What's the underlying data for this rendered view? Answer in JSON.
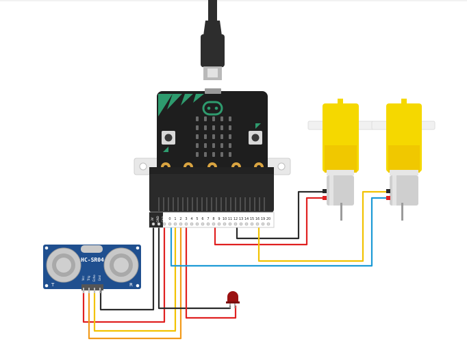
{
  "board": {
    "pin_labels": [
      "3V",
      "GND",
      "GND",
      "0",
      "1",
      "2",
      "3",
      "4",
      "5",
      "6",
      "7",
      "8",
      "9",
      "10",
      "11",
      "12",
      "13",
      "14",
      "15",
      "16",
      "19",
      "20"
    ]
  },
  "sensor": {
    "model": "HC-SR04",
    "pins": [
      "Vcc",
      "Trig",
      "Echo",
      "Gnd"
    ],
    "corner_left": "T",
    "corner_right": "R"
  },
  "colors": {
    "microbit_body": "#1e1e1e",
    "microbit_accent": "#2e9b6e",
    "edge_connector": "#2a2a2a",
    "motor_body": "#f5d800",
    "sensor_board": "#1f4f8f",
    "led": "#9b1111",
    "wire_red": "#e02020",
    "wire_black": "#2a2a2a",
    "wire_yellow": "#f2c200",
    "wire_blue": "#1c9ad6",
    "wire_orange": "#f29a1a"
  }
}
